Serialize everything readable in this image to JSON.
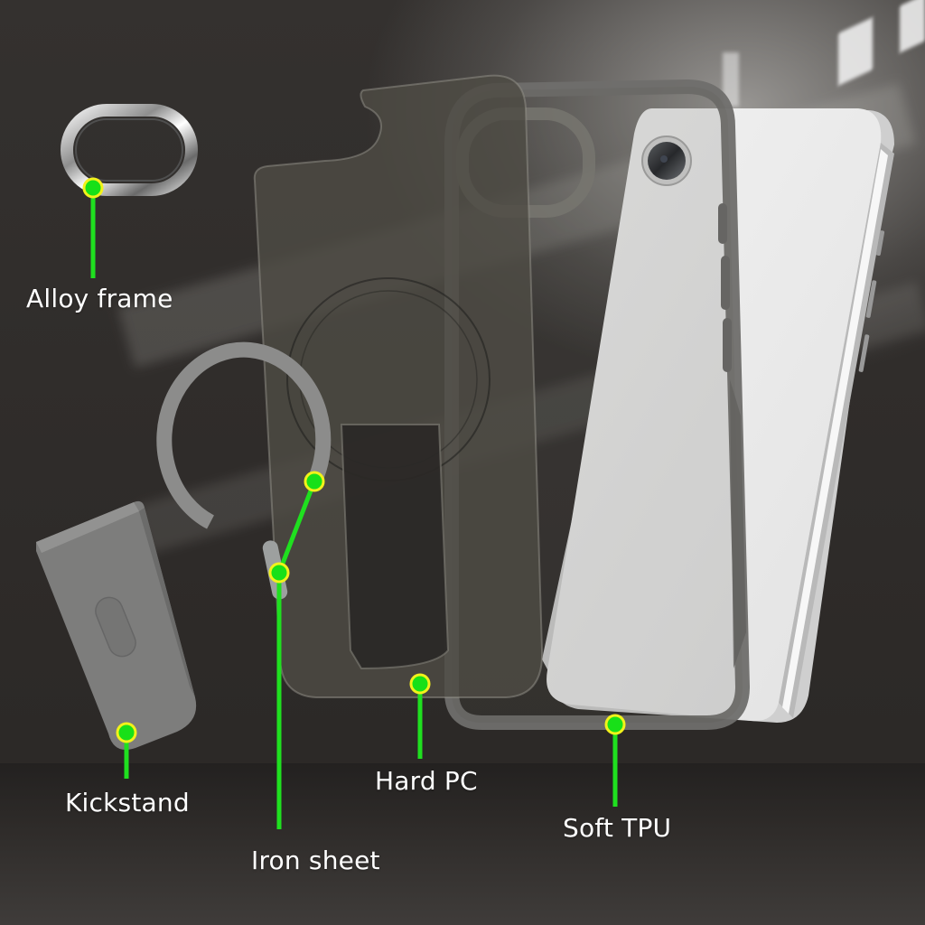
{
  "labels": {
    "alloy_frame": "Alloy frame",
    "kickstand": "Kickstand",
    "iron_sheet": "Iron sheet",
    "hard_pc": "Hard PC",
    "soft_tpu": "Soft TPU"
  },
  "colors": {
    "callout_line": "#1fe01f",
    "callout_dot_fill": "#18e018",
    "callout_dot_ring": "#f2f21a",
    "label_text": "#ffffff",
    "background": "#2f2c2a",
    "tpu_bumper": "#6f6e6c",
    "pc_shell": "#4a4842",
    "phone_back": "#e9e9e9"
  },
  "callouts": [
    {
      "id": "alloy_frame",
      "dot": [
        103,
        208
      ],
      "line_end": [
        103,
        308
      ]
    },
    {
      "id": "iron_sheet_ring",
      "dot": [
        348,
        533
      ],
      "line_end": [
        309,
        634
      ]
    },
    {
      "id": "iron_sheet_plate",
      "dot": [
        309,
        634
      ],
      "line_end": [
        309,
        918
      ]
    },
    {
      "id": "kickstand",
      "dot": [
        140,
        811
      ],
      "line_end": [
        140,
        862
      ]
    },
    {
      "id": "hard_pc",
      "dot": [
        465,
        757
      ],
      "line_end": [
        465,
        840
      ]
    },
    {
      "id": "soft_tpu",
      "dot": [
        681,
        802
      ],
      "line_end": [
        681,
        893
      ]
    }
  ]
}
